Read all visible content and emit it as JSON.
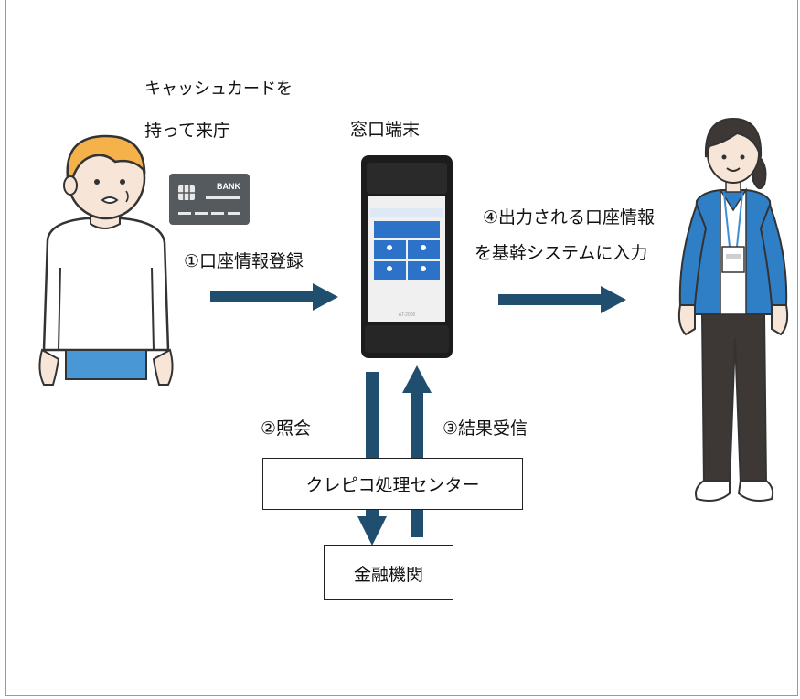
{
  "customer_caption": {
    "line1": "キャッシュカードを",
    "line2": "持って来庁"
  },
  "terminal": {
    "title": "窓口端末",
    "model_label": "AT-2000"
  },
  "card": {
    "text": "BANK"
  },
  "steps": {
    "step1": "①口座情報登録",
    "step2": "②照会",
    "step3": "③結果受信",
    "step4_line1": "④出力される口座情報",
    "step4_line2": "を基幹システムに入力"
  },
  "boxes": {
    "center": "クレピコ処理センター",
    "bank": "金融機関"
  },
  "colors": {
    "arrow": "#1f4e6e",
    "card": "#555a5f",
    "skin": "#f7e6d8",
    "hair_boy": "#f6b24a",
    "shorts": "#4a97d6",
    "jacket": "#2f7fc6",
    "pants": "#3d3836",
    "screen": "#2d72c9"
  }
}
